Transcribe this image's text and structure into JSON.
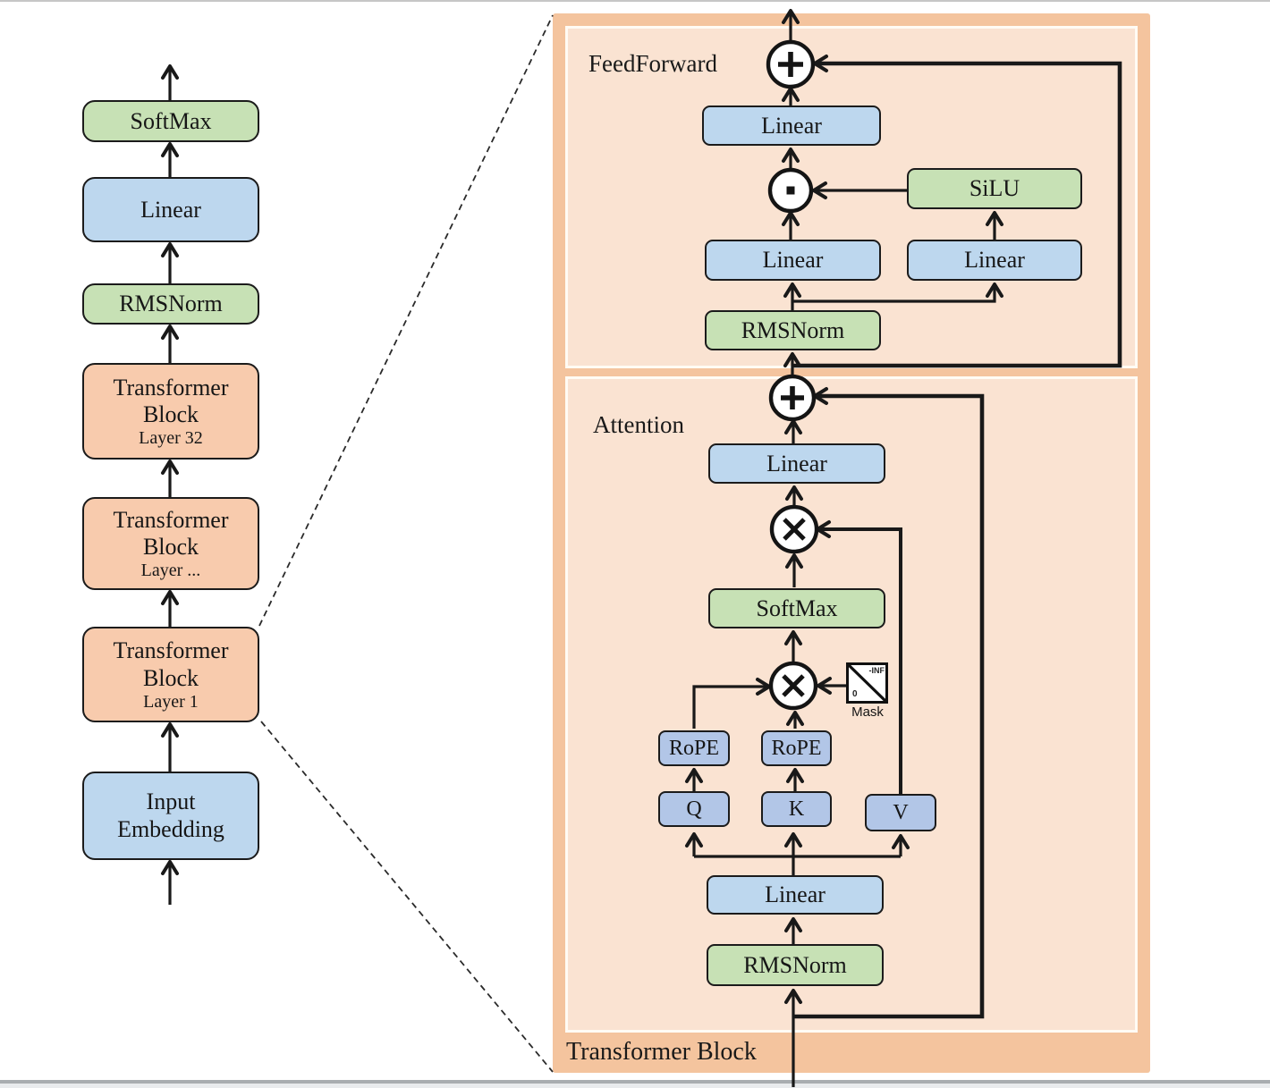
{
  "colors": {
    "panel_outer": "#f4c49e",
    "panel_inner": "#fae3d2",
    "box_green": "#c7e1b5",
    "box_blue": "#bdd7ee",
    "box_periwinkle": "#b2c6e7",
    "box_orange": "#f8cbad",
    "line": "#191919",
    "background": "#ffffff"
  },
  "icons": {
    "add": "plus-circle-icon",
    "elementwise_product": "dot-circle-icon",
    "matmul": "multiply-circle-icon"
  },
  "left_column": {
    "softmax": "SoftMax",
    "linear": "Linear",
    "rmsnorm": "RMSNorm",
    "transformer_word": "Transformer",
    "block_word": "Block",
    "layer_32": "Layer 32",
    "layer_dots": "Layer ...",
    "layer_1": "Layer 1",
    "input_word": "Input",
    "embedding_word": "Embedding"
  },
  "panel": {
    "title": "Transformer Block",
    "feedforward": {
      "label": "FeedForward",
      "linear_out": "Linear",
      "silu": "SiLU",
      "linear_left": "Linear",
      "linear_right": "Linear",
      "rmsnorm": "RMSNorm"
    },
    "attention": {
      "label": "Attention",
      "linear_out": "Linear",
      "softmax": "SoftMax",
      "mask_label": "Mask",
      "mask_neg_inf": "-INF",
      "mask_zero": "0",
      "rope_q": "RoPE",
      "rope_k": "RoPE",
      "q": "Q",
      "k": "K",
      "v": "V",
      "linear_in": "Linear",
      "rmsnorm": "RMSNorm"
    }
  }
}
